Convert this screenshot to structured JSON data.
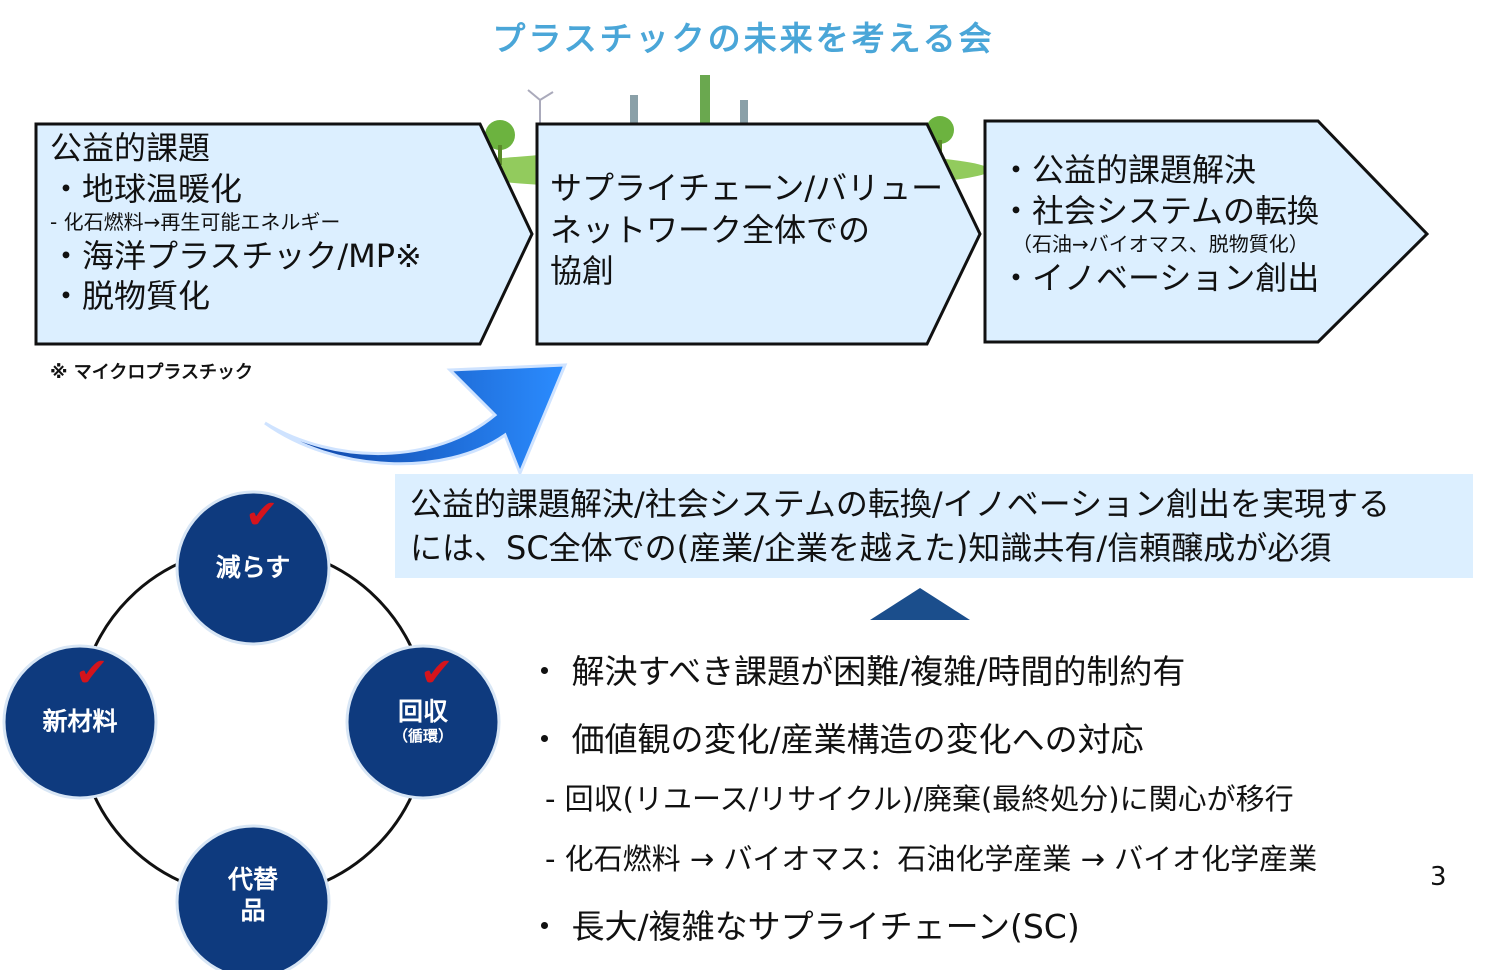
{
  "title": "プラスチックの未来を考える会",
  "flow": {
    "box1": {
      "heading": "公益的課題",
      "item1": "・地球温暖化",
      "item1_sub": "- 化石燃料→再生可能エネルギー",
      "item2": "・海洋プラスチック/MP※",
      "item3": "・脱物質化"
    },
    "box2": {
      "line1": "サプライチェーン/バリュー",
      "line2": "ネットワーク全体での",
      "line3": "協創"
    },
    "box3": {
      "item1": "・公益的課題解決",
      "item2": "・社会システムの転換",
      "item2_sub": "（石油→バイオマス、脱物質化）",
      "item3": "・イノベーション創出"
    },
    "footnote": "※ マイクロプラスチック"
  },
  "conclusion": {
    "line1": "公益的課題解決/社会システムの転換/イノベーション創出を実現する",
    "line2": "には、SC全体での(産業/企業を越えた)知識共有/信頼醸成が必須"
  },
  "cycle": {
    "top": "減らす",
    "right": "回収",
    "right_sub": "（循環）",
    "bottom_line1": "代替",
    "bottom_line2": "品",
    "left": "新材料",
    "checkmark": "✔"
  },
  "bullets": {
    "b1": "・ 解決すべき課題が困難/複雑/時間的制約有",
    "b2": "・ 価値観の変化/産業構造の変化への対応",
    "s1": "- 回収(リユース/リサイクル)/廃棄(最終処分)に関心が移行",
    "s2": "- 化石燃料 → バイオマス：石油化学産業 → バイオ化学産業",
    "b3": "・ 長大/複雑なサプライチェーン(SC)"
  },
  "page_number": "3",
  "colors": {
    "box_fill": "#dcefff",
    "node_fill": "#0e3a7e",
    "arrow_blue": "#1a6fe0",
    "check_red": "#d4141c",
    "conclusion_fill": "#dcefff",
    "triangle": "#1b4e8c",
    "title": "#4aa6d8"
  }
}
